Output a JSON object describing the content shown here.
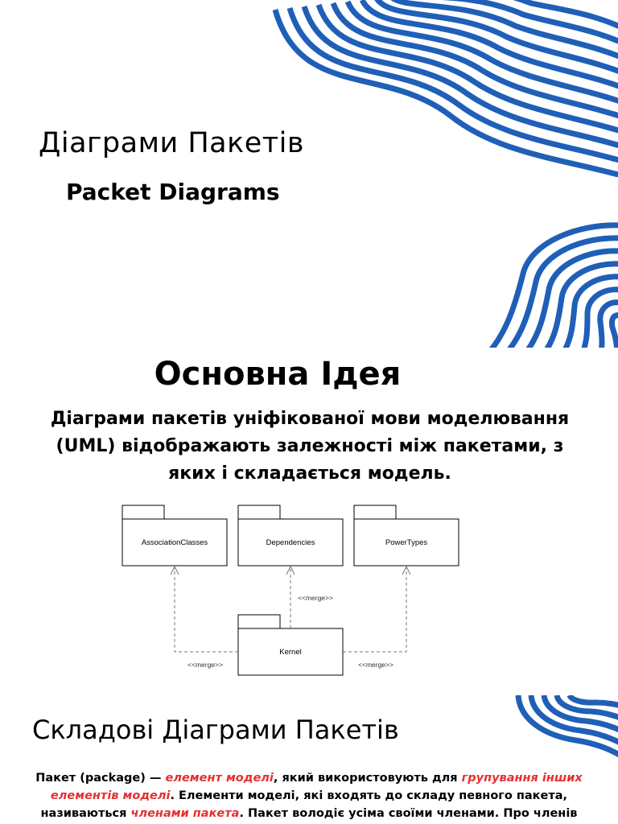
{
  "slide1": {
    "title": "Діаграми Пакетів",
    "subtitle": "Packet Diagrams"
  },
  "slide2": {
    "heading": "Основна Ідея",
    "intro": "Діаграми пакетів уніфікованої мови моделювання (UML) відображають залежності між пакетами, з яких і складається модель.",
    "diagram": {
      "packages": [
        "AssociationClasses",
        "Dependencies",
        "PowerTypes",
        "Kernel"
      ],
      "merge_label": "<<merge>>"
    }
  },
  "slide3": {
    "heading": "Складові Діаграми Пакетів",
    "para": [
      {
        "t": "Пакет (package) — ",
        "em": false
      },
      {
        "t": "елемент моделі",
        "em": true
      },
      {
        "t": ", який використовують для ",
        "em": false
      },
      {
        "t": "групування інших елементів моделі",
        "em": true
      },
      {
        "t": ". Елементи моделі, які входять до складу певного пакета, називаються ",
        "em": false
      },
      {
        "t": "членами пакета",
        "em": true
      },
      {
        "t": ". Пакет володіє усіма своїми членами. Про членів",
        "em": false
      }
    ]
  },
  "colors": {
    "wave": "#1f5fb8",
    "highlight": "#e53030"
  }
}
